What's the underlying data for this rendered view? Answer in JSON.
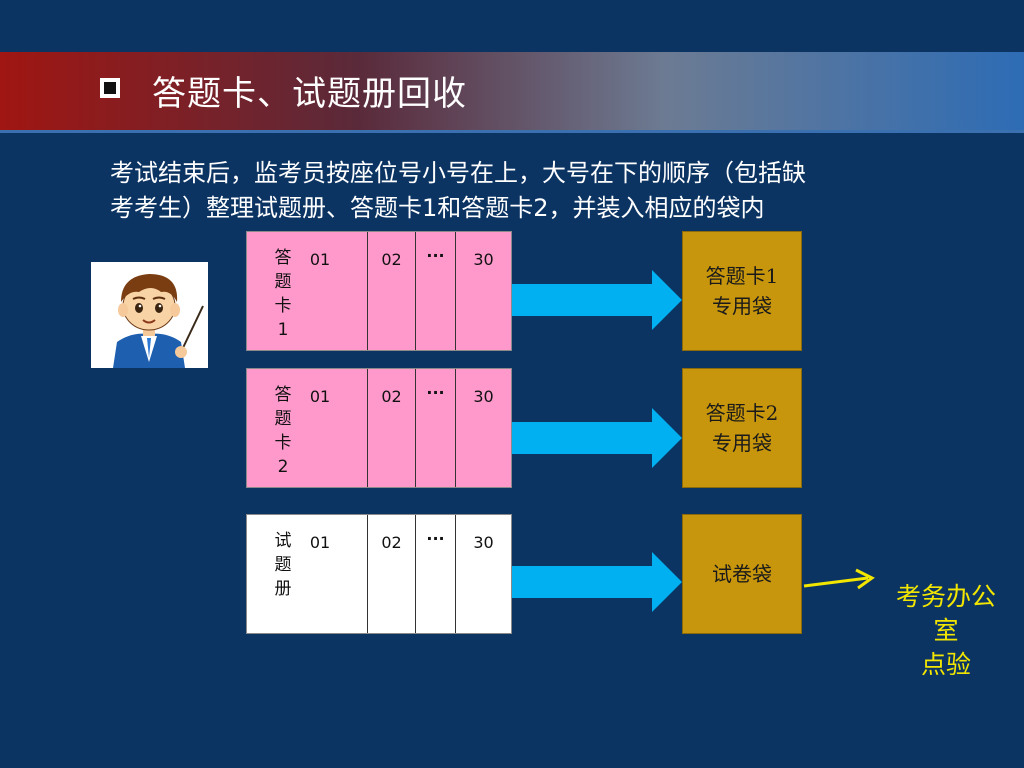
{
  "slide": {
    "title": "答题卡、试题册回收",
    "intro_line1": "考试结束后，监考员按座位号小号在上，大号在下的顺序（包括缺",
    "intro_line2": "考考生）整理试题册、答题卡1和答题卡2，并装入相应的袋内"
  },
  "colors": {
    "background": "#0c3463",
    "card_pink": "#ff99cc",
    "booklet_white": "#ffffff",
    "bag_gold": "#c8960c",
    "arrow_cyan": "#00b0f0",
    "office_text_yellow": "#f2e600"
  },
  "rows": [
    {
      "label_chars": [
        "答",
        "题",
        "卡",
        "1"
      ],
      "first_num": "01",
      "second_num": "02",
      "ellipsis": "···",
      "last_num": "30",
      "bag_line1": "答题卡1",
      "bag_line2": "专用袋"
    },
    {
      "label_chars": [
        "答",
        "题",
        "卡",
        "2"
      ],
      "first_num": "01",
      "second_num": "02",
      "ellipsis": "···",
      "last_num": "30",
      "bag_line1": "答题卡2",
      "bag_line2": "专用袋"
    },
    {
      "label_chars": [
        "试",
        "题",
        "册"
      ],
      "first_num": "01",
      "second_num": "02",
      "ellipsis": "···",
      "last_num": "30",
      "bag_line1": "试卷袋",
      "bag_line2": ""
    }
  ],
  "office": {
    "line1": "考务办公",
    "line2": "室",
    "line3": "点验"
  },
  "icons": {
    "title_bullet": "hollow-square-bullet-icon",
    "mascot": "teacher-cartoon-icon",
    "flow_arrow": "right-arrow-icon",
    "office_arrow": "yellow-arrow-icon"
  }
}
